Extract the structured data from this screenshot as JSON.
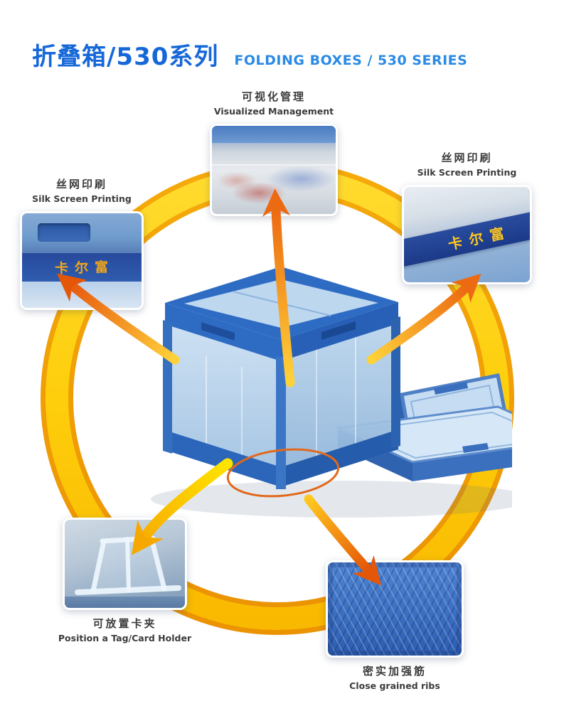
{
  "header": {
    "title_zh": "折叠箱/530系列",
    "title_en": "FOLDING BOXES / 530 SERIES"
  },
  "product": {
    "brand_text": "卡尔富"
  },
  "callouts": [
    {
      "id": "visualized-management",
      "label_zh": "可视化管理",
      "label_en": "Visualized Management"
    },
    {
      "id": "silk-screen-printing-right",
      "label_zh": "丝网印刷",
      "label_en": "Silk Screen Printing"
    },
    {
      "id": "silk-screen-printing-left",
      "label_zh": "丝网印刷",
      "label_en": "Silk Screen Printing"
    },
    {
      "id": "tag-card-holder",
      "label_zh": "可放置卡夹",
      "label_en": "Position a Tag/Card Holder"
    },
    {
      "id": "close-grained-ribs",
      "label_zh": "密实加强筋",
      "label_en": "Close grained ribs"
    }
  ],
  "colors": {
    "title_blue": "#1668d9",
    "subtitle_blue": "#2a8ae6",
    "ring_gold": "#fece0c",
    "ring_orange": "#f0a007",
    "arrow_orange": "#ec6a12",
    "arrow_yellow": "#ffd21e",
    "crate_blue": "#2e6cc4",
    "brand_yellow": "#f6b400",
    "label_gray": "#3c3c3c"
  }
}
